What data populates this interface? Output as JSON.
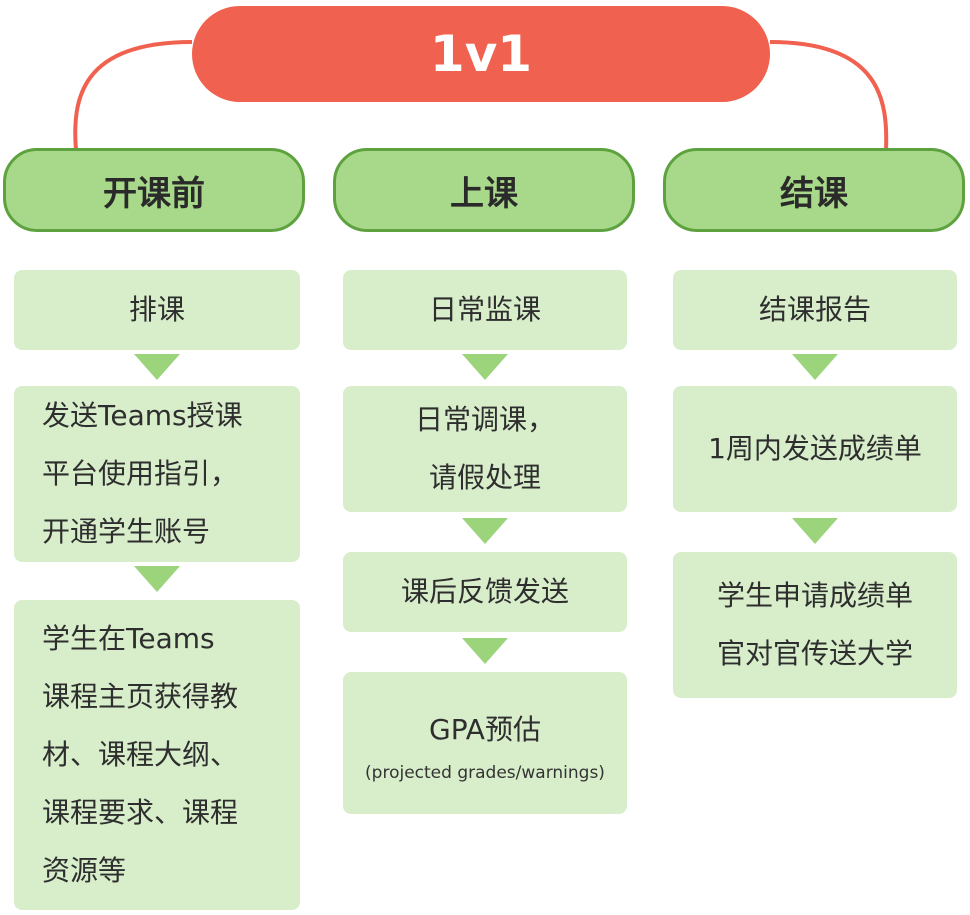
{
  "root": {
    "label": "1v1"
  },
  "colors": {
    "root_fill": "#f0614f",
    "header_fill": "#a8d98a",
    "header_border": "#5ea23f",
    "card_fill": "#d8eecb",
    "arrow_fill": "#9cd47b"
  },
  "stages": [
    {
      "title": "开课前",
      "steps": [
        {
          "lines": [
            "排课"
          ]
        },
        {
          "lines": [
            "发送Teams授课",
            "平台使用指引，",
            "开通学生账号"
          ]
        },
        {
          "lines": [
            "学生在Teams",
            "课程主页获得教",
            "材、课程大纲、",
            "课程要求、课程",
            "资源等"
          ]
        }
      ]
    },
    {
      "title": "上课",
      "steps": [
        {
          "lines": [
            "日常监课"
          ]
        },
        {
          "lines": [
            "日常调课，",
            "请假处理"
          ]
        },
        {
          "lines": [
            "课后反馈发送"
          ]
        },
        {
          "lines": [
            "GPA预估"
          ],
          "note": "(projected grades/warnings)"
        }
      ]
    },
    {
      "title": "结课",
      "steps": [
        {
          "lines": [
            "结课报告"
          ]
        },
        {
          "lines": [
            "1周内发送成绩单"
          ]
        },
        {
          "lines": [
            "学生申请成绩单",
            "官对官传送大学"
          ]
        }
      ]
    }
  ]
}
